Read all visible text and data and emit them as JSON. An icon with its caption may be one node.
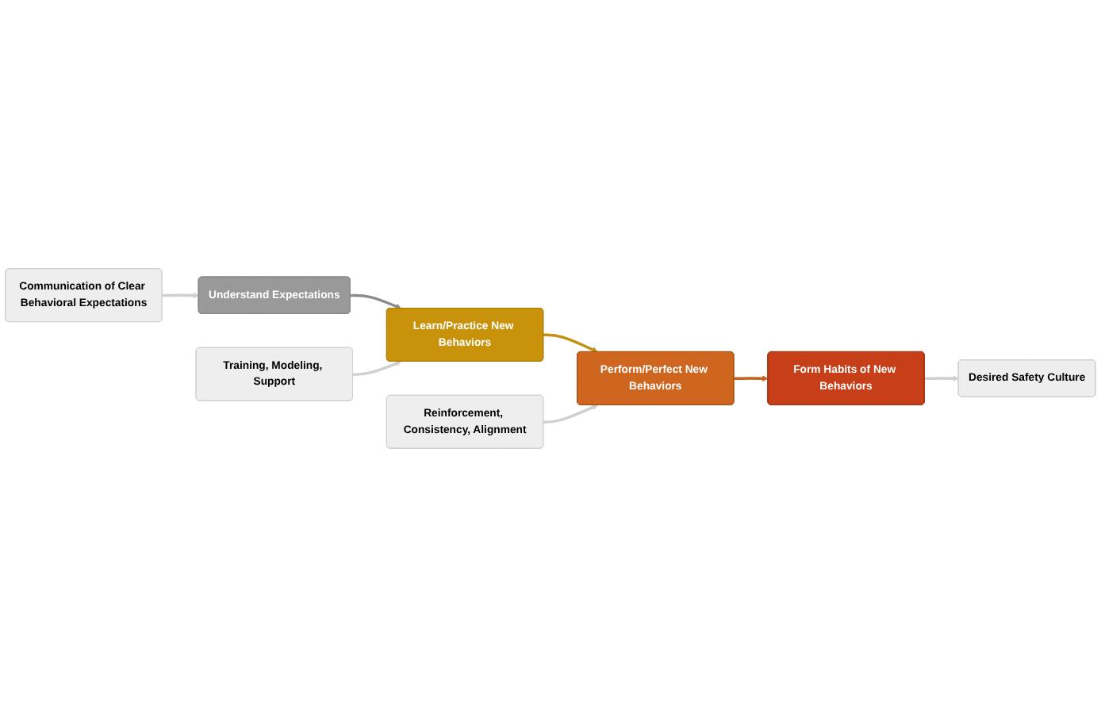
{
  "diagram": {
    "nodes": [
      {
        "text": [
          "Communication of Clear Behavioral Expectations"
        ]
      },
      {
        "text": [
          "Understand Expectations"
        ]
      },
      {
        "text": [
          "Training, Modeling, Support"
        ]
      },
      {
        "text": [
          "Learn/Practice New Behaviors"
        ]
      },
      {
        "text": [
          "Reinforcement, Consistency, Alignment"
        ]
      },
      {
        "text": [
          "Perform/Perfect New Behaviors"
        ]
      },
      {
        "text": [
          "Form Habits of New Behaviors"
        ]
      },
      {
        "text": [
          "Desired Safety Culture"
        ]
      }
    ],
    "edges": [
      {
        "from": 0,
        "to": 1,
        "arrow": "to"
      },
      {
        "from": 1,
        "to": 3,
        "arrow": "to",
        "color": "#8c8c8c"
      },
      {
        "from": 2,
        "to": 3,
        "arrow": "to"
      },
      {
        "from": 3,
        "to": 5,
        "arrow": "to",
        "color": "#c09010"
      },
      {
        "from": 4,
        "to": 5,
        "arrow": "to"
      },
      {
        "from": 5,
        "to": 6,
        "arrow": "to",
        "color": "#c8601a"
      },
      {
        "from": 6,
        "to": 7,
        "arrow": "to"
      }
    ]
  }
}
